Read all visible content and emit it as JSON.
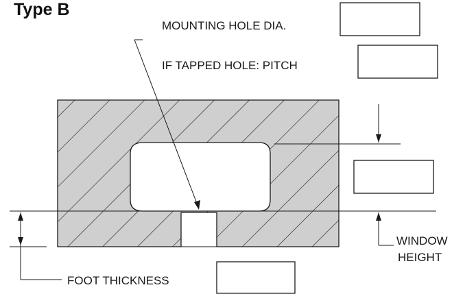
{
  "title": "Type B",
  "labels": {
    "mounting_hole_dia": "MOUNTING HOLE DIA.",
    "tapped_hole_pitch": "IF TAPPED HOLE: PITCH",
    "window_height_1": "WINDOW",
    "window_height_2": "HEIGHT",
    "foot_thickness": "FOOT THICKNESS"
  },
  "inputs": {
    "mounting_hole_dia": "",
    "tapped_hole_pitch": "",
    "window_height": "",
    "foot_thickness": ""
  },
  "colors": {
    "hatch_fill": "#cfcfcf",
    "line": "#1a1a1a"
  }
}
